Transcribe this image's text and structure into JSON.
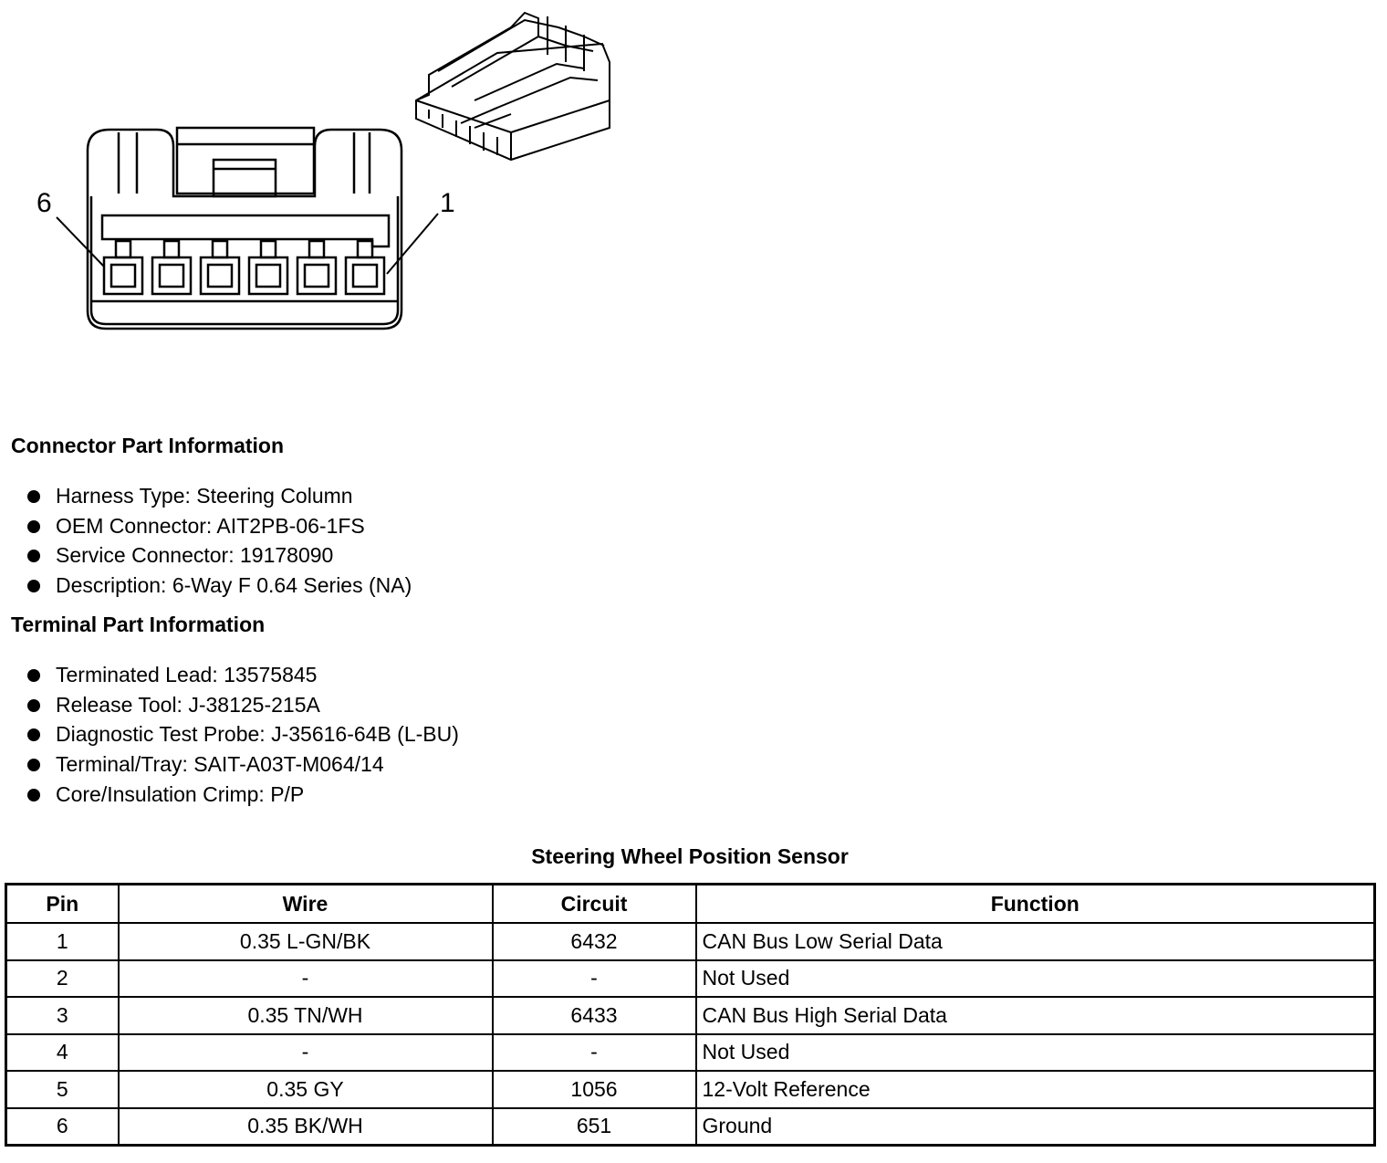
{
  "connector_diagram": {
    "pin_label_left": "6",
    "pin_label_right": "1"
  },
  "connector_part_info": {
    "heading": "Connector Part Information",
    "items": [
      "Harness Type: Steering Column",
      "OEM Connector: AIT2PB-06-1FS",
      "Service Connector: 19178090",
      "Description: 6-Way F 0.64 Series (NA)"
    ]
  },
  "terminal_part_info": {
    "heading": "Terminal Part Information",
    "items": [
      "Terminated Lead: 13575845",
      "Release Tool: J-38125-215A",
      "Diagnostic Test Probe: J-35616-64B (L-BU)",
      "Terminal/Tray: SAIT-A03T-M064/14",
      "Core/Insulation Crimp: P/P"
    ]
  },
  "pin_table": {
    "title": "Steering Wheel Position Sensor",
    "headers": [
      "Pin",
      "Wire",
      "Circuit",
      "Function"
    ],
    "rows": [
      [
        "1",
        "0.35 L-GN/BK",
        "6432",
        "CAN Bus Low Serial Data"
      ],
      [
        "2",
        "-",
        "-",
        "Not Used"
      ],
      [
        "3",
        "0.35 TN/WH",
        "6433",
        "CAN Bus High Serial Data"
      ],
      [
        "4",
        "-",
        "-",
        "Not Used"
      ],
      [
        "5",
        "0.35 GY",
        "1056",
        "12-Volt Reference"
      ],
      [
        "6",
        "0.35 BK/WH",
        "651",
        "Ground"
      ]
    ]
  }
}
